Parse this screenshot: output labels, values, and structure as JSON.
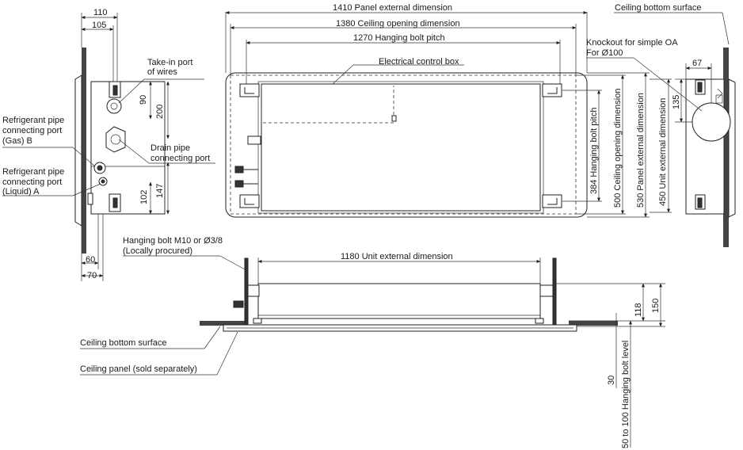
{
  "side_view": {
    "dim_110": "110",
    "dim_105": "105",
    "dim_90": "90",
    "dim_200": "200",
    "dim_102": "102",
    "dim_147": "147",
    "dim_60": "60",
    "dim_70": "70",
    "take_in_port": [
      "Take-in port",
      "of wires"
    ],
    "drain_pipe": [
      "Drain pipe",
      "connecting port"
    ],
    "gas_port": [
      "Refrigerant pipe",
      "connecting port",
      "(Gas) B"
    ],
    "liquid_port": [
      "Refrigerant pipe",
      "connecting port",
      "(Liquid) A"
    ]
  },
  "top_view": {
    "panel_external": "1410 Panel external dimension",
    "ceiling_opening": "1380 Ceiling opening dimension",
    "hanging_bolt_pitch": "1270 Hanging bolt pitch",
    "electrical_box": "Electrical control box",
    "v_hanging_bolt_pitch": "384 Hanging bolt pitch",
    "v_ceiling_opening": "500 Ceiling opening dimension",
    "v_panel_external": "530 Panel external dimension",
    "v_unit_external": "450 Unit external dimension"
  },
  "right_view": {
    "ceiling_bottom_surface": "Ceiling bottom surface",
    "knockout": [
      "Knockout for simple OA",
      "For Ø100"
    ],
    "dim_67": "67",
    "dim_135": "135"
  },
  "front_view": {
    "hanging_bolt": [
      "Hanging bolt M10 or Ø3/8",
      "(Locally procured)"
    ],
    "unit_external": "1180 Unit external dimension",
    "ceiling_bottom_surface": "Ceiling bottom surface",
    "ceiling_panel": "Ceiling panel (sold separately)",
    "dim_118": "118",
    "dim_150": "150",
    "dim_30": "30",
    "bolt_level": "50 to 100 Hanging bolt level"
  }
}
